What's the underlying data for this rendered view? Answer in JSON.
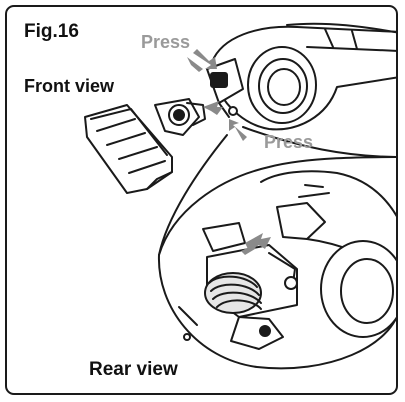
{
  "figure": {
    "label": "Fig.16",
    "front_view_label": "Front view",
    "rear_view_label": "Rear view",
    "press_top_label": "Press",
    "press_bottom_label": "Press"
  },
  "colors": {
    "line": "#1a1a1a",
    "press_text": "#9a9a9a",
    "arrow": "#8a8a8a",
    "fill": "#ffffff",
    "shade": "#e6e6e6"
  }
}
